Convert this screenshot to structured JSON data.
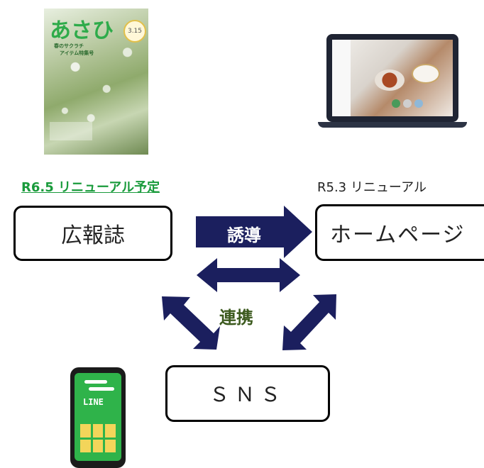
{
  "magazine": {
    "title": "あさひ",
    "issue": "3.15",
    "subtitle_1": "春のサクラチ",
    "subtitle_2": "アイテム特集号"
  },
  "labels": {
    "magazine_renewal": "R6.5 リニューアル予定",
    "homepage_renewal": "R5.3 リニューアル"
  },
  "boxes": {
    "magazine": "広報誌",
    "homepage": "ホームページ",
    "sns": "ＳＮＳ"
  },
  "arrows": {
    "guide": "誘導",
    "link": "連携"
  },
  "phone": {
    "app_name": "LINE"
  },
  "colors": {
    "arrow_navy": "#1b1f5e",
    "green_label": "#1a9b3c",
    "link_text": "#3c5a1e",
    "phone_green": "#2fb34a"
  }
}
